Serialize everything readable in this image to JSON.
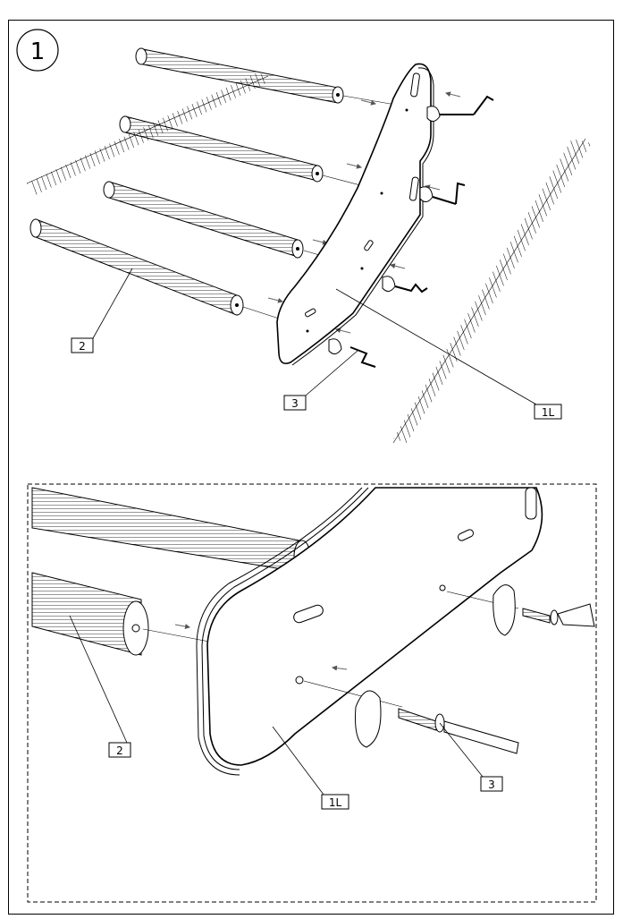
{
  "step": {
    "number": "1"
  },
  "callouts": {
    "rod": "2",
    "bolt": "3",
    "side_panel": "1L",
    "detail_rod": "2",
    "detail_bolt": "3",
    "detail_side_panel": "1L"
  }
}
